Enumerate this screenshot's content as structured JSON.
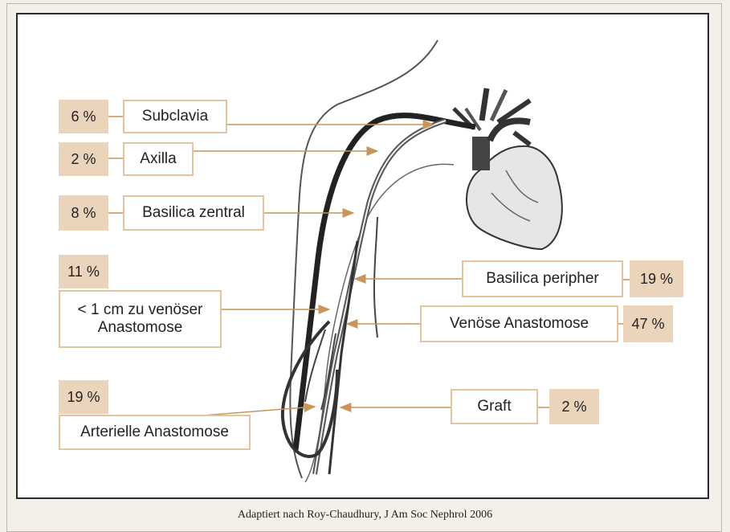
{
  "labels": {
    "subclavia": {
      "text": "Subclavia",
      "pct": "6 %"
    },
    "axilla": {
      "text": "Axilla",
      "pct": "2 %"
    },
    "basilica_zentral": {
      "text": "Basilica zentral",
      "pct": "8 %"
    },
    "cm_venoes": {
      "text": "< 1 cm zu venöser Anastomose",
      "pct": "11 %"
    },
    "arterielle": {
      "text": "Arterielle Anastomose",
      "pct": "19 %"
    },
    "basilica_peripher": {
      "text": "Basilica peripher",
      "pct": "19 %"
    },
    "venoese": {
      "text": "Venöse Anastomose",
      "pct": "47 %"
    },
    "graft": {
      "text": "Graft",
      "pct": "2 %"
    }
  },
  "caption": "Adaptiert nach Roy-Chaudhury, J Am Soc Nephrol 2006",
  "colors": {
    "box_border": "#e3c49f",
    "pct_fill": "#ead4bc",
    "arrow": "#c8965c",
    "frame": "#2b2b2b",
    "outer_bg": "#f3efe9"
  }
}
